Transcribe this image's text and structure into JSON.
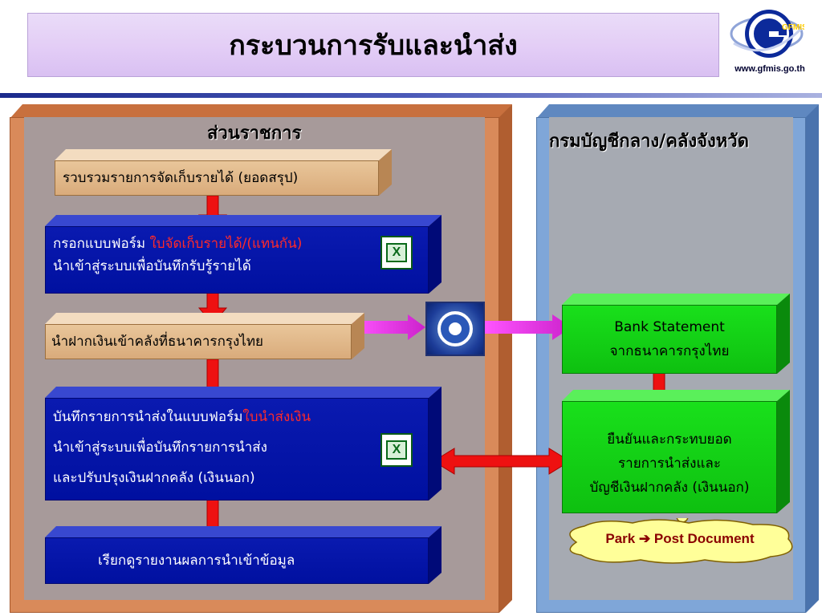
{
  "header": {
    "title": "กระบวนการรับและนำส่ง",
    "logo_text": "GFMIS",
    "website": "www.gfmis.go.th"
  },
  "left_panel": {
    "heading": "ส่วนราชการ",
    "steps": [
      {
        "lines": [
          "รวบรวมรายการจัดเก็บรายได้ (ยอดสรุป)"
        ]
      },
      {
        "line1_prefix": "กรอกแบบฟอร์ม ",
        "line1_highlight": "ใบจัดเก็บรายได้/(แทนกัน)",
        "line2": "นำเข้าสู่ระบบเพื่อบันทึกรับรู้รายได้"
      },
      {
        "lines": [
          "นำฝากเงินเข้าคลังที่ธนาคารกรุงไทย"
        ]
      },
      {
        "line1_prefix": "บันทึกรายการนำส่งในแบบฟอร์ม",
        "line1_highlight": "ใบนำส่งเงิน",
        "line2": "นำเข้าสู่ระบบเพื่อบันทึกรายการนำส่ง",
        "line3": "และปรับปรุงเงินฝากคลัง (เงินนอก)"
      },
      {
        "lines": [
          "เรียกดูรายงานผลการนำเข้าข้อมูล"
        ]
      }
    ]
  },
  "right_panel": {
    "heading": "กรมบัญชีกลาง/คลังจังหวัด",
    "boxes": [
      {
        "lines": [
          "Bank Statement",
          "จากธนาคารกรุงไทย"
        ]
      },
      {
        "lines": [
          "ยืนยันและกระทบยอด",
          "รายการนำส่งและ",
          "บัญชีเงินฝากคลัง (เงินนอก)"
        ]
      }
    ],
    "callout": "Park  ➔  Post Document"
  },
  "colors": {
    "title_bg": "#e3cdf6",
    "left_frame": "#d98a5a",
    "right_frame": "#7fa6d8",
    "panel_inner": "#a79a9a",
    "tan_box": "#e9c69a",
    "blue_box": "#0a1ab0",
    "green_box": "#19e01b",
    "highlight_text": "#ff2a2a",
    "down_arrow": "#ee1111",
    "magenta_arrow": "#ee33dd",
    "callout_fill": "#ffff99"
  },
  "icons": [
    "excel-icon",
    "krungthai-bank-logo",
    "gfmis-logo"
  ]
}
